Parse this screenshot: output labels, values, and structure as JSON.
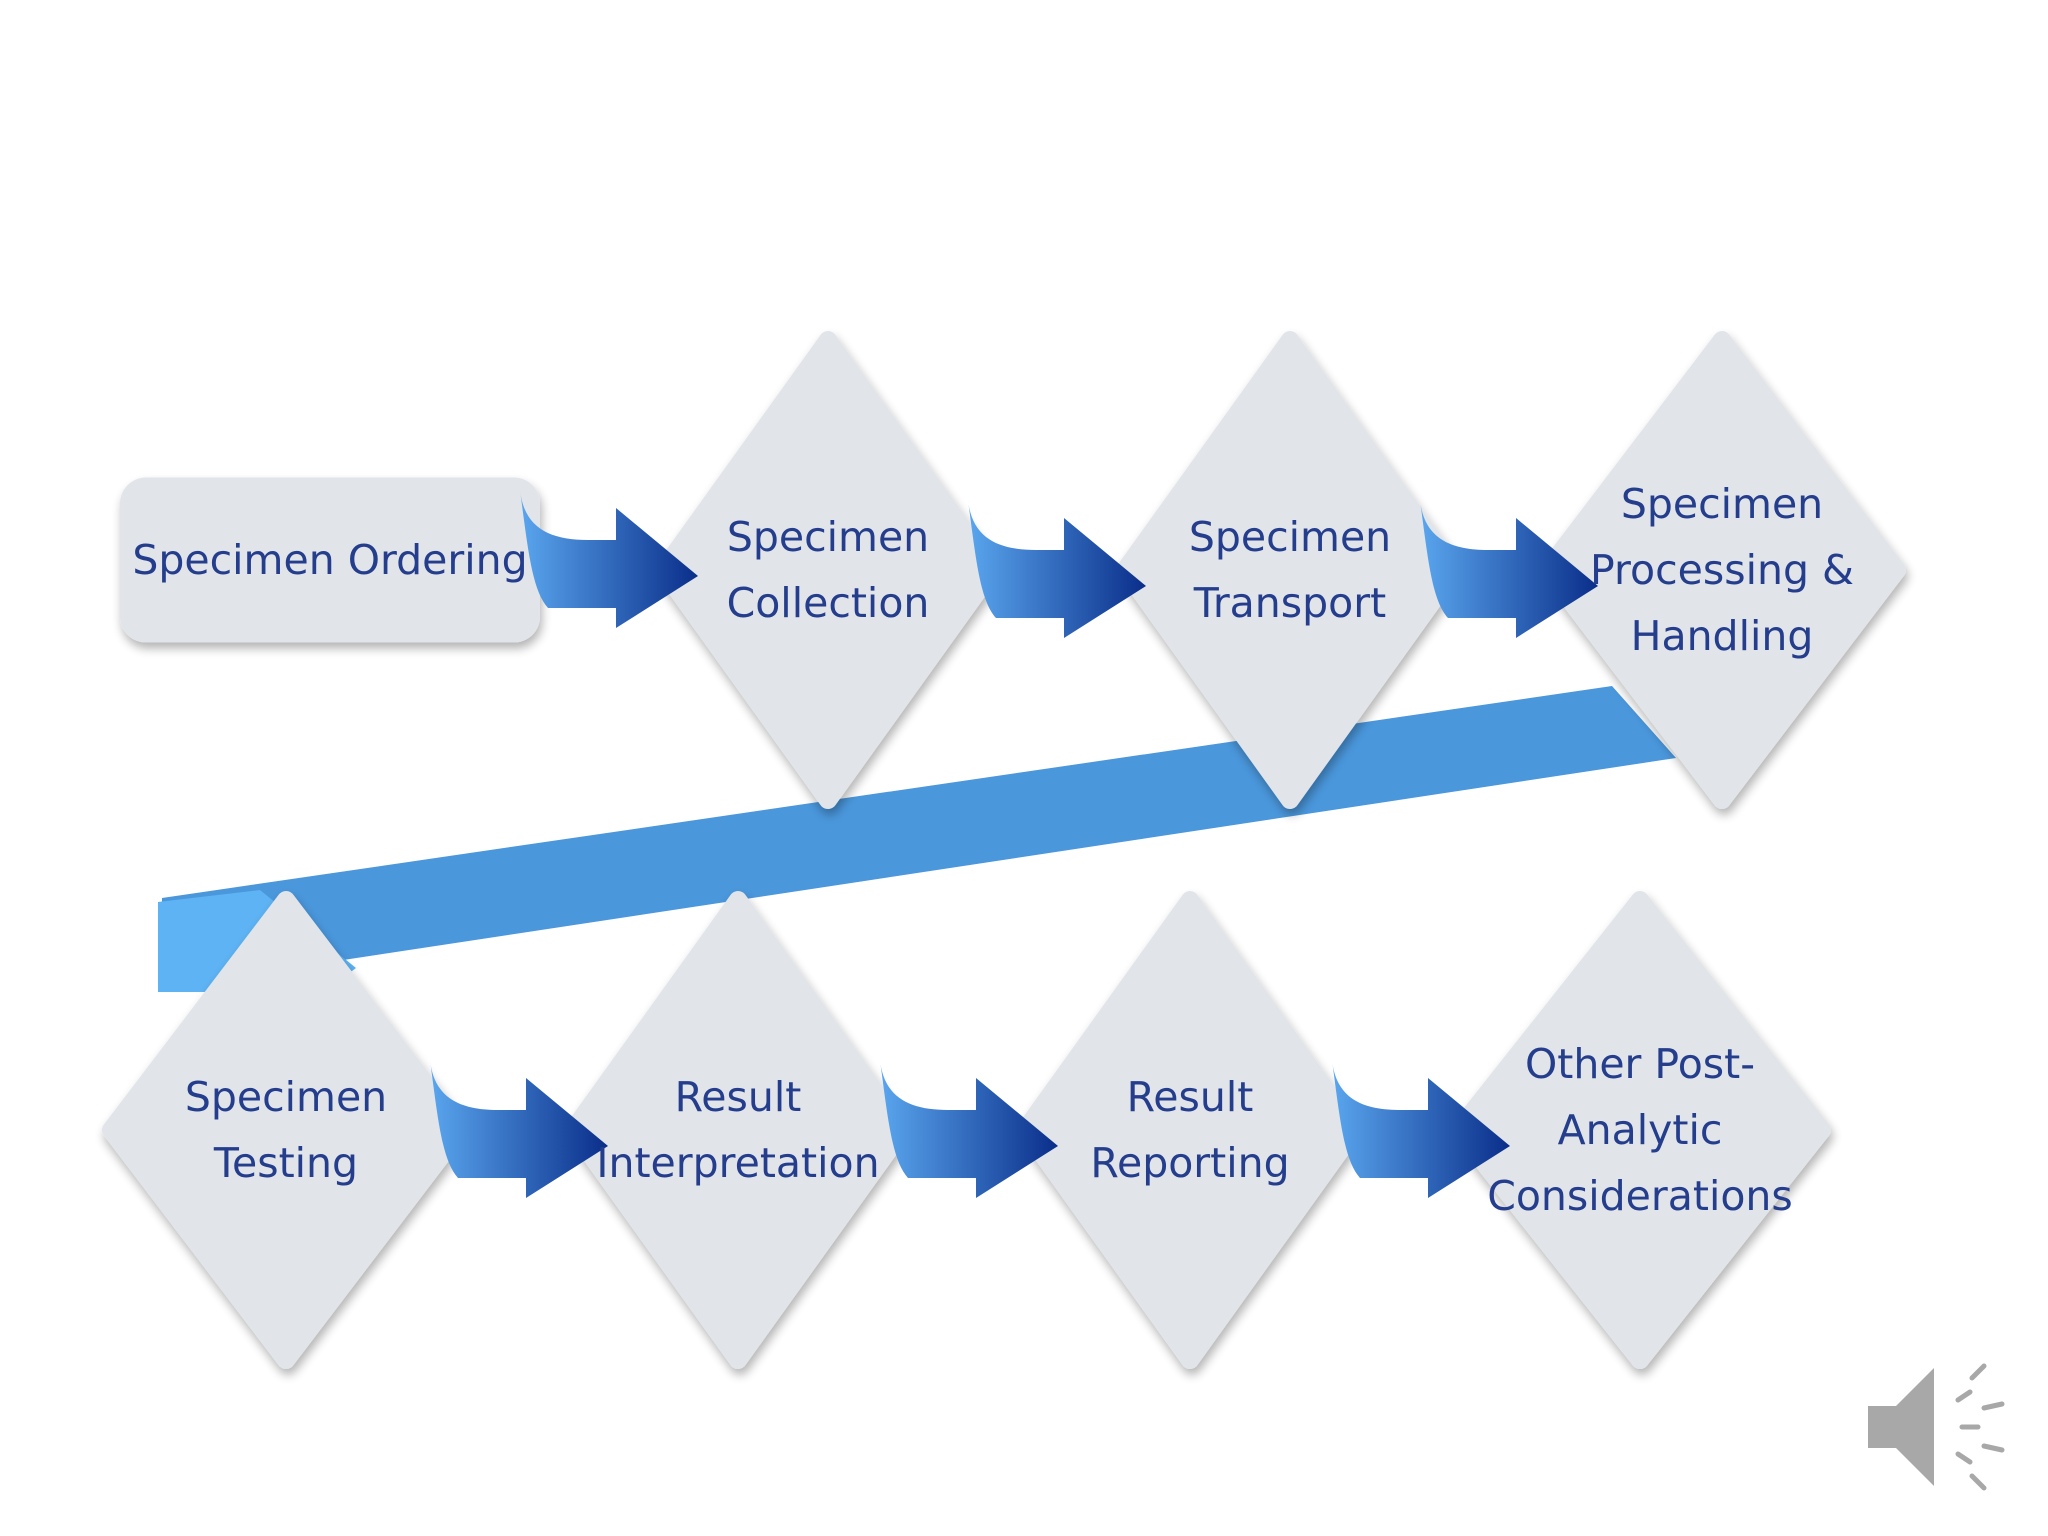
{
  "diagram": {
    "steps": [
      {
        "id": "ordering",
        "shape": "rounded-rect",
        "lines": [
          "Specimen Ordering"
        ]
      },
      {
        "id": "collection",
        "shape": "diamond",
        "lines": [
          "Specimen",
          "Collection"
        ]
      },
      {
        "id": "transport",
        "shape": "diamond",
        "lines": [
          "Specimen",
          "Transport"
        ]
      },
      {
        "id": "processing",
        "shape": "diamond",
        "lines": [
          "Specimen",
          "Processing &",
          "Handling"
        ]
      },
      {
        "id": "testing",
        "shape": "diamond",
        "lines": [
          "Specimen",
          "Testing"
        ]
      },
      {
        "id": "interpretation",
        "shape": "diamond",
        "lines": [
          "Result",
          "Interpretation"
        ]
      },
      {
        "id": "reporting",
        "shape": "diamond",
        "lines": [
          "Result",
          "Reporting"
        ]
      },
      {
        "id": "post_analytic",
        "shape": "diamond",
        "lines": [
          "Other Post-",
          "Analytic",
          "Considerations"
        ]
      }
    ],
    "flow": [
      [
        "ordering",
        "collection"
      ],
      [
        "collection",
        "transport"
      ],
      [
        "transport",
        "processing"
      ],
      [
        "processing",
        "testing"
      ],
      [
        "testing",
        "interpretation"
      ],
      [
        "interpretation",
        "reporting"
      ],
      [
        "reporting",
        "post_analytic"
      ]
    ]
  },
  "colors": {
    "node_fill": "#e1e4e8",
    "node_shadow": "#c4cad2",
    "label_text": "#243d8c",
    "arrow_light": "#5aa6ee",
    "arrow_dark": "#0a2e8a",
    "band": "#4a97dc",
    "band_arrow": "#5db3f4",
    "speaker_icon": "#a8a8a8"
  },
  "icons": {
    "speaker": "speaker-audio-icon"
  }
}
